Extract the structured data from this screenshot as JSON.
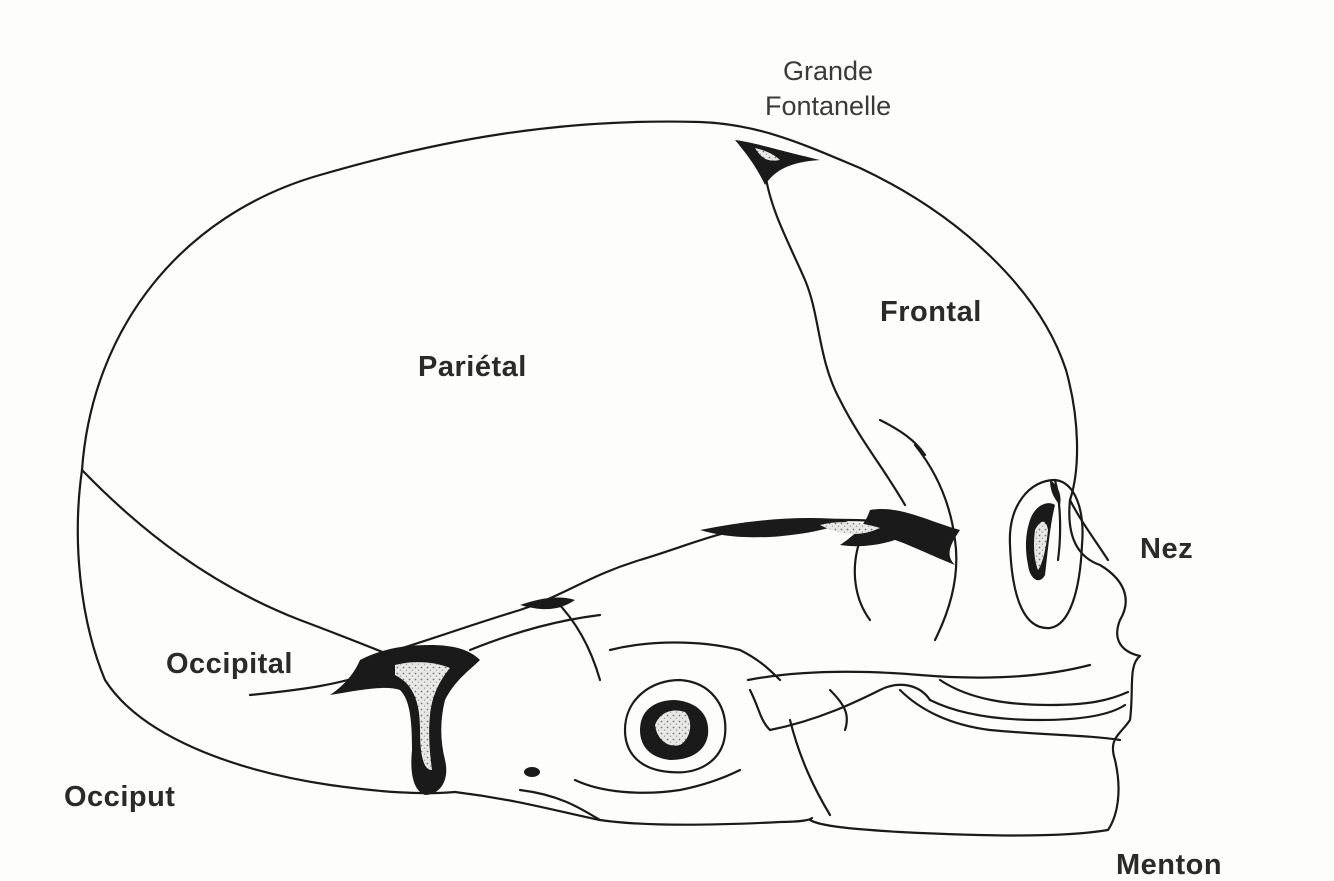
{
  "labels": {
    "grande_fontanelle": [
      "Grande",
      "Fontanelle"
    ],
    "frontal": "Frontal",
    "parietal": "Pariétal",
    "nez": "Nez",
    "occipital": "Occipital",
    "occiput": "Occiput",
    "menton": "Menton"
  },
  "colors": {
    "ink": "#1a1a1a",
    "paper": "#fdfdfb",
    "stipple": "#8a8a8a"
  }
}
